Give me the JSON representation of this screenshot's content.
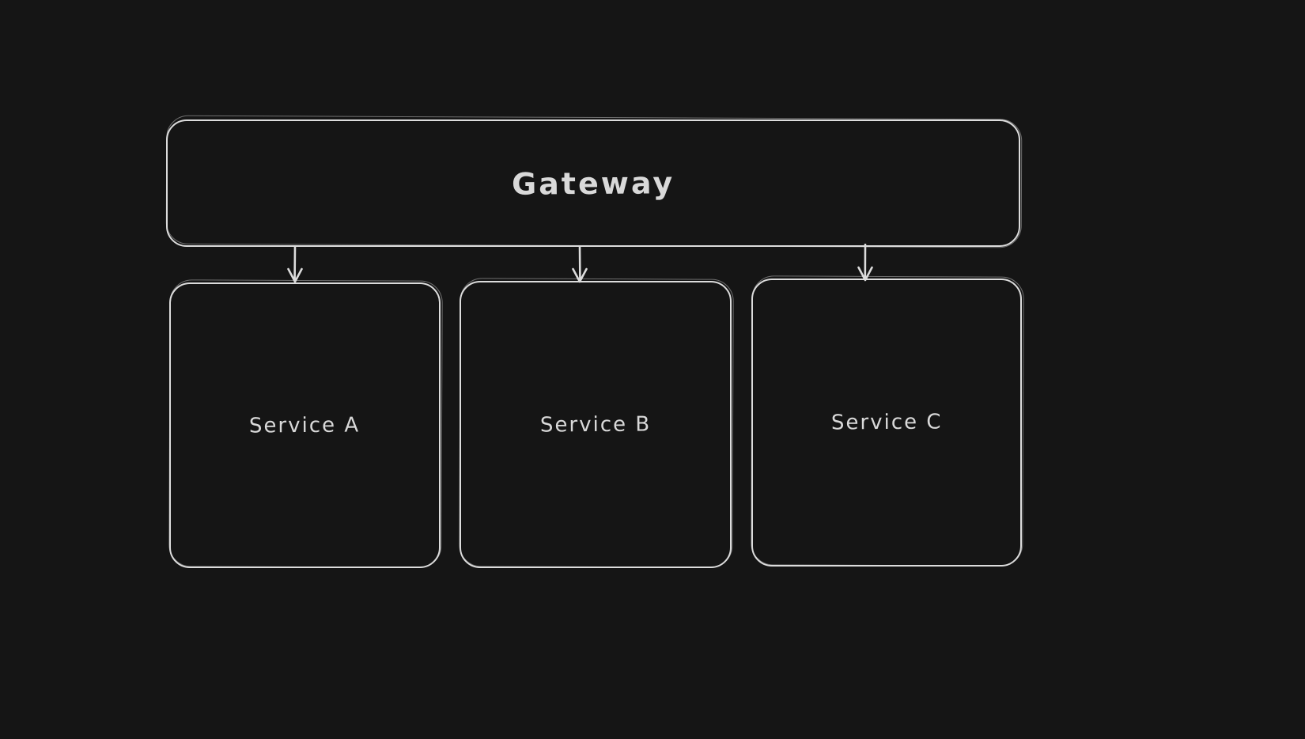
{
  "diagram": {
    "nodes": {
      "gateway": {
        "label": "Gateway"
      },
      "service_a": {
        "label": "Service A"
      },
      "service_b": {
        "label": "Service B"
      },
      "service_c": {
        "label": "Service C"
      }
    },
    "edges": [
      {
        "from": "Gateway",
        "to": "Service A",
        "direction": "down",
        "style": "arrow"
      },
      {
        "from": "Gateway",
        "to": "Service B",
        "direction": "down",
        "style": "arrow"
      },
      {
        "from": "Gateway",
        "to": "Service C",
        "direction": "down",
        "style": "arrow"
      }
    ],
    "colors": {
      "background": "#151515",
      "stroke": "#dcdcdc",
      "text": "#d9d9d9"
    }
  }
}
